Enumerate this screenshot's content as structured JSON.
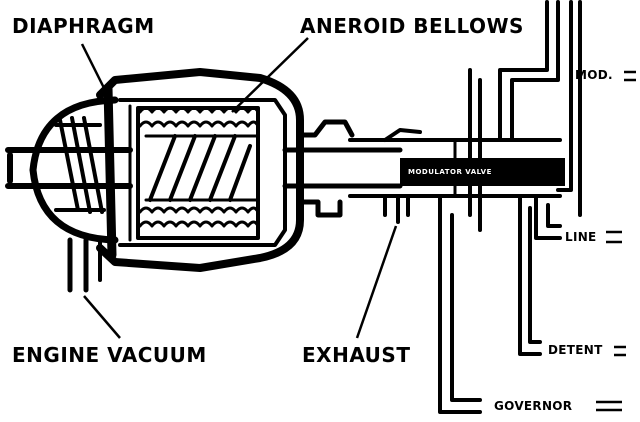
{
  "labels": {
    "diaphragm": "DIAPHRAGM",
    "aneroid_bellows": "ANEROID BELLOWS",
    "engine_vacuum": "ENGINE VACUUM",
    "exhaust": "EXHAUST",
    "modulator": "MOD.",
    "line": "LINE",
    "detent": "DETENT",
    "governor": "GOVERNOR",
    "valve": "MODULATOR VALVE"
  },
  "colors": {
    "ink": "#000000",
    "paper": "#ffffff"
  }
}
